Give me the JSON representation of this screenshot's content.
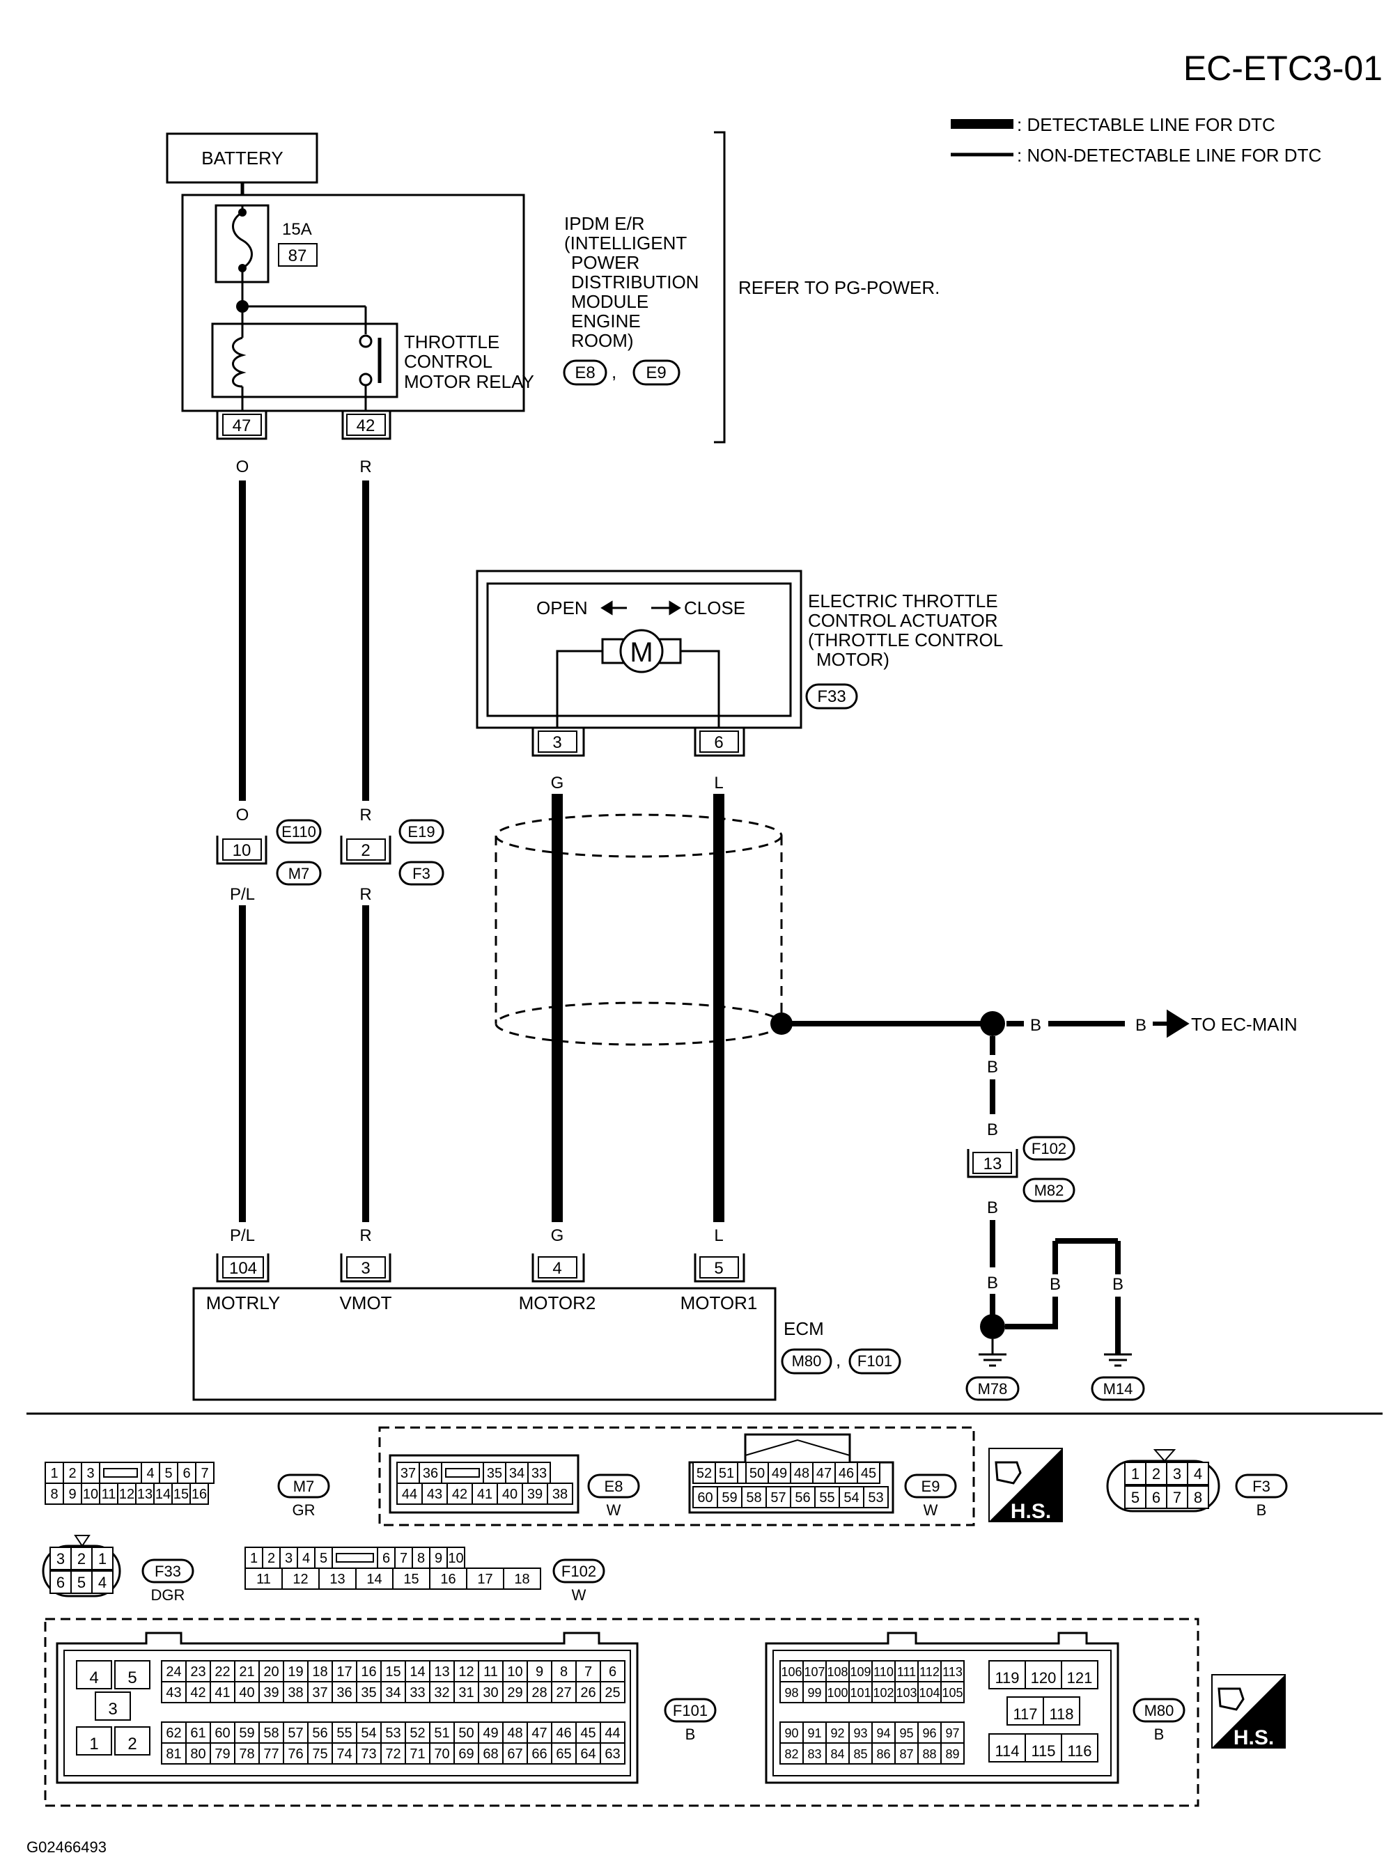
{
  "page_code": "EC-ETC3-01",
  "legend": {
    "detectable": ": DETECTABLE LINE FOR DTC",
    "non_detectable": ": NON-DETECTABLE LINE FOR DTC"
  },
  "battery": "BATTERY",
  "fuse": {
    "rating": "15A",
    "number": "87"
  },
  "ipdm": {
    "lines": [
      "IPDM E/R",
      "(INTELLIGENT",
      "POWER",
      "DISTRIBUTION",
      "MODULE",
      "ENGINE",
      "ROOM)"
    ],
    "connectors": [
      "E8",
      "E9"
    ]
  },
  "refer": "REFER TO PG-POWER.",
  "relay": {
    "lines": [
      "THROTTLE",
      "CONTROL",
      "MOTOR RELAY"
    ]
  },
  "pins_ipdm": [
    "47",
    "42"
  ],
  "wire_colors": {
    "o": "O",
    "r": "R",
    "pl": "P/L",
    "g": "G",
    "l": "L",
    "b": "B"
  },
  "actuator": {
    "lines": [
      "ELECTRIC THROTTLE",
      "CONTROL ACTUATOR",
      "(THROTTLE CONTROL",
      "MOTOR)"
    ],
    "connector": "F33",
    "open": "OPEN",
    "close": "CLOSE",
    "motor": "M",
    "pins": [
      "3",
      "6"
    ]
  },
  "joint1": {
    "pin": "10",
    "conn_top": "E110",
    "conn_bottom": "M7"
  },
  "joint2": {
    "pin": "2",
    "conn_top": "E19",
    "conn_bottom": "F3"
  },
  "joint3": {
    "pin": "13",
    "conn_top": "F102",
    "conn_bottom": "M82"
  },
  "to_main": "TO EC-MAIN",
  "ecm": {
    "label": "ECM",
    "connectors": [
      "M80",
      "F101"
    ],
    "pins": [
      {
        "num": "104",
        "name": "MOTRLY"
      },
      {
        "num": "3",
        "name": "VMOT"
      },
      {
        "num": "4",
        "name": "MOTOR2"
      },
      {
        "num": "5",
        "name": "MOTOR1"
      }
    ]
  },
  "grounds": [
    "M78",
    "M14"
  ],
  "connector_views": {
    "m7": {
      "id": "M7",
      "color": "GR",
      "row1": [
        "1",
        "2",
        "3",
        "",
        "4",
        "5",
        "6",
        "7"
      ],
      "row2": [
        "8",
        "9",
        "10",
        "11",
        "12",
        "13",
        "14",
        "15",
        "16"
      ]
    },
    "e8": {
      "id": "E8",
      "color": "W",
      "row1": [
        "37",
        "36",
        "",
        "35",
        "34",
        "33"
      ],
      "row2": [
        "44",
        "43",
        "42",
        "41",
        "40",
        "39",
        "38"
      ]
    },
    "e9": {
      "id": "E9",
      "color": "W",
      "row1": [
        "52",
        "51",
        "",
        "50",
        "49",
        "48",
        "47",
        "46",
        "45"
      ],
      "row2": [
        "60",
        "59",
        "58",
        "57",
        "56",
        "55",
        "54",
        "53"
      ]
    },
    "hs": "H.S.",
    "f3": {
      "id": "F3",
      "color": "B",
      "row1": [
        "1",
        "2",
        "3",
        "4"
      ],
      "row2": [
        "5",
        "6",
        "7",
        "8"
      ]
    },
    "f33": {
      "id": "F33",
      "color": "DGR",
      "row1": [
        "3",
        "2",
        "1"
      ],
      "row2": [
        "6",
        "5",
        "4"
      ]
    },
    "f102": {
      "id": "F102",
      "color": "W",
      "row1": [
        "1",
        "2",
        "3",
        "4",
        "5",
        "",
        "6",
        "7",
        "8",
        "9",
        "10"
      ],
      "row2": [
        "11",
        "12",
        "13",
        "14",
        "15",
        "16",
        "17",
        "18"
      ]
    },
    "f101": {
      "id": "F101",
      "color": "B",
      "left": [
        "4",
        "5",
        "3",
        "1",
        "2"
      ],
      "row1": [
        "24",
        "23",
        "22",
        "21",
        "20",
        "19",
        "18",
        "17",
        "16",
        "15",
        "14",
        "13",
        "12",
        "11",
        "10",
        "9",
        "8",
        "7",
        "6"
      ],
      "row2": [
        "43",
        "42",
        "41",
        "40",
        "39",
        "38",
        "37",
        "36",
        "35",
        "34",
        "33",
        "32",
        "31",
        "30",
        "29",
        "28",
        "27",
        "26",
        "25"
      ],
      "row3": [
        "62",
        "61",
        "60",
        "59",
        "58",
        "57",
        "56",
        "55",
        "54",
        "53",
        "52",
        "51",
        "50",
        "49",
        "48",
        "47",
        "46",
        "45",
        "44"
      ],
      "row4": [
        "81",
        "80",
        "79",
        "78",
        "77",
        "76",
        "75",
        "74",
        "73",
        "72",
        "71",
        "70",
        "69",
        "68",
        "67",
        "66",
        "65",
        "64",
        "63"
      ]
    },
    "m80": {
      "id": "M80",
      "color": "B",
      "row1": [
        "106",
        "107",
        "108",
        "109",
        "110",
        "111",
        "112",
        "113"
      ],
      "row2": [
        "98",
        "99",
        "100",
        "101",
        "102",
        "103",
        "104",
        "105"
      ],
      "row3": [
        "90",
        "91",
        "92",
        "93",
        "94",
        "95",
        "96",
        "97"
      ],
      "row4": [
        "82",
        "83",
        "84",
        "85",
        "86",
        "87",
        "88",
        "89"
      ],
      "right": [
        "119",
        "120",
        "121",
        "117",
        "118",
        "114",
        "115",
        "116"
      ]
    }
  },
  "footer_code": "G02466493"
}
